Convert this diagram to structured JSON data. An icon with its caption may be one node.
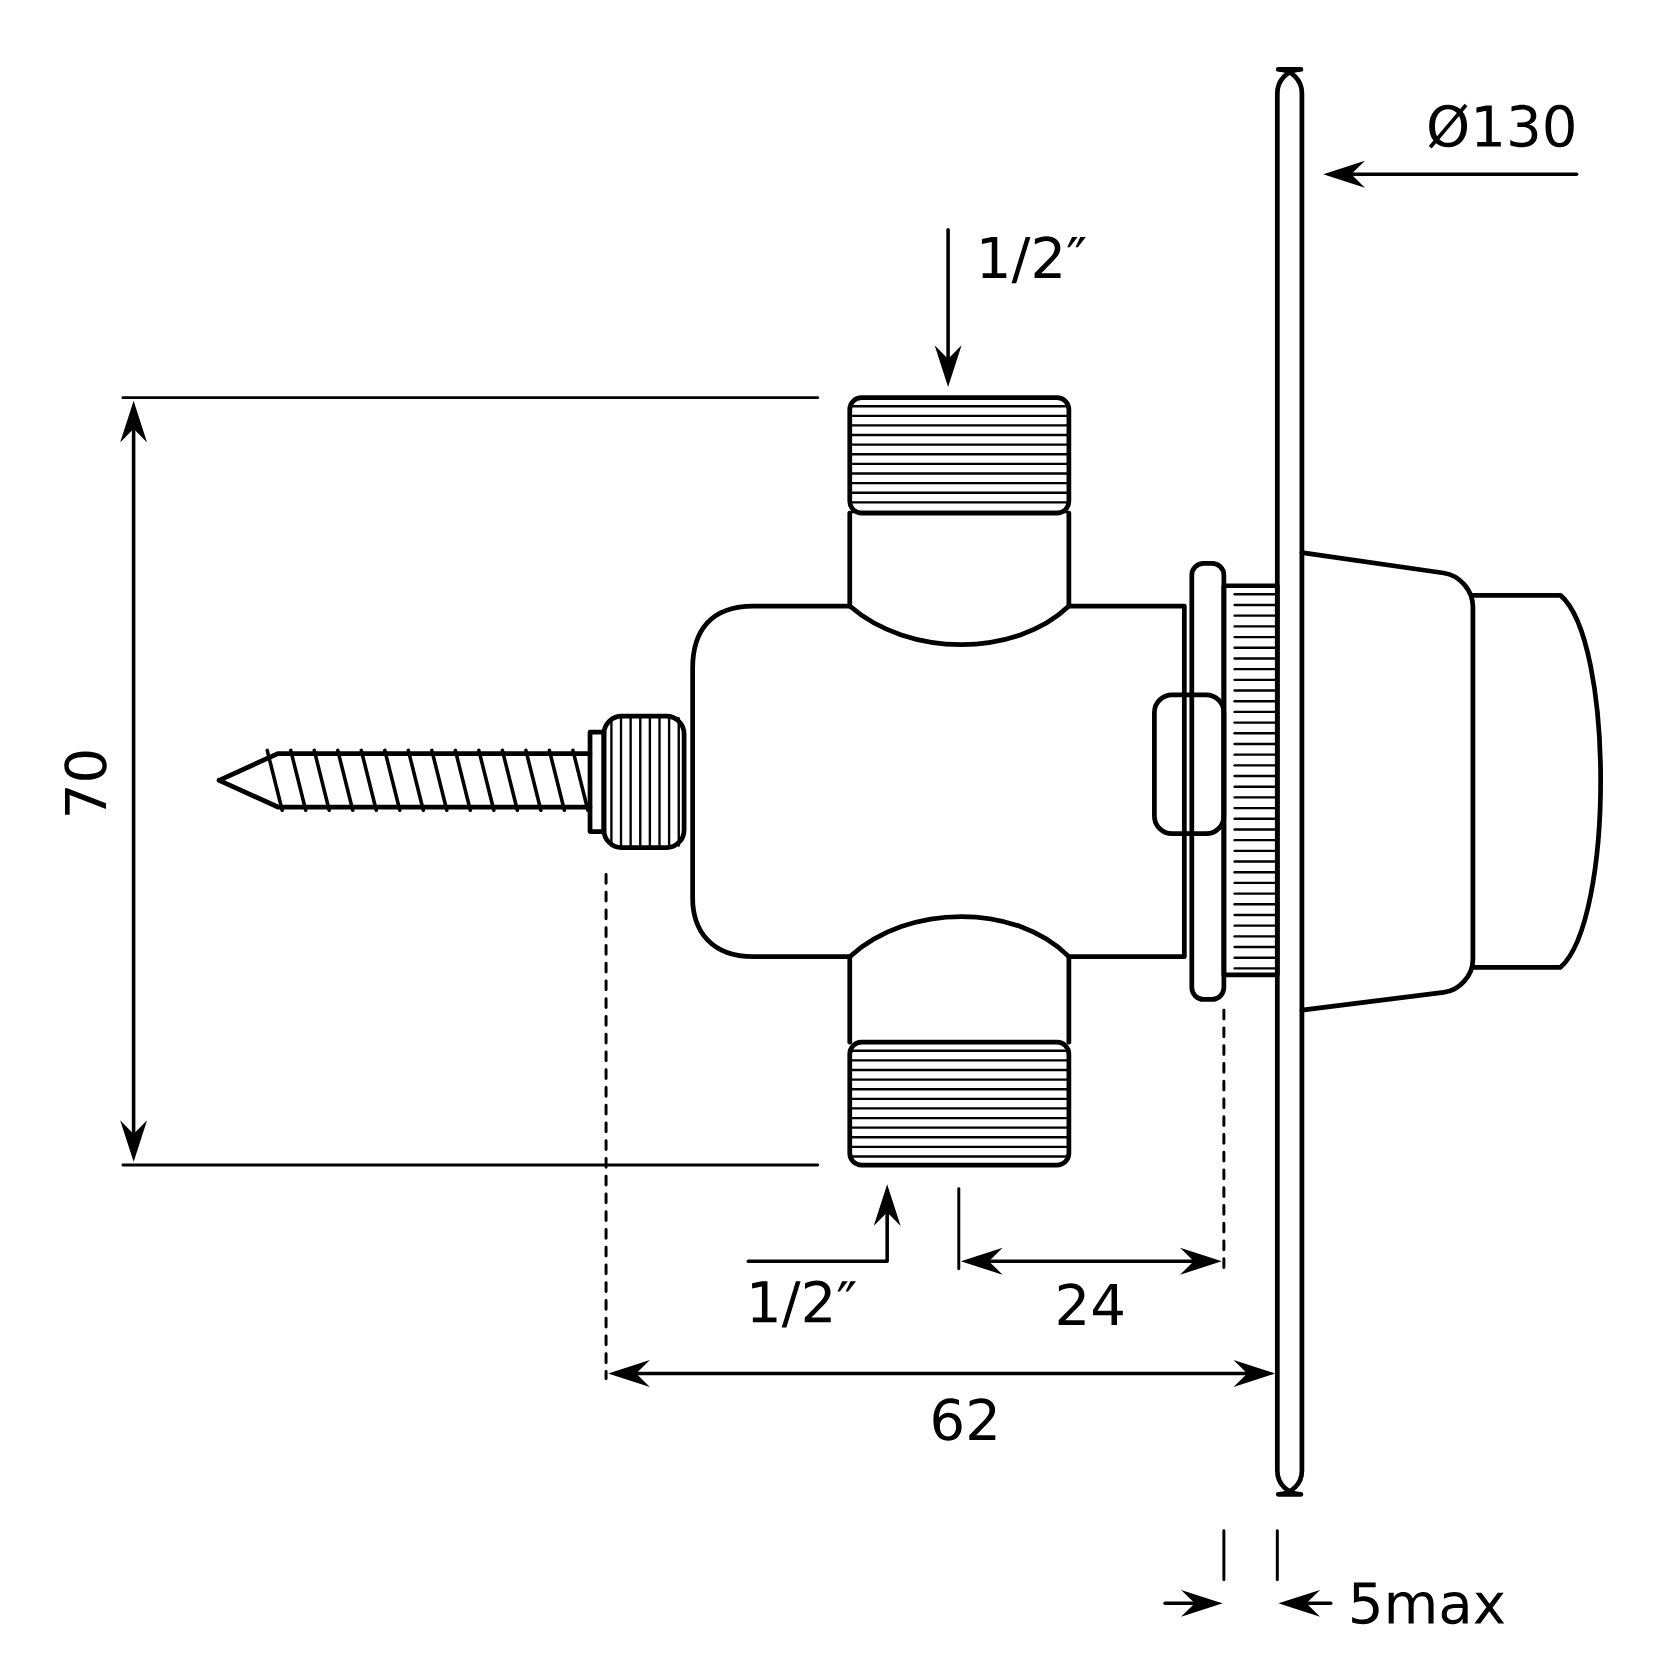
{
  "diagram": {
    "labels": [
      "Ø130",
      "1/2″",
      "70",
      "1/2″",
      "24",
      "62",
      "5max"
    ]
  }
}
